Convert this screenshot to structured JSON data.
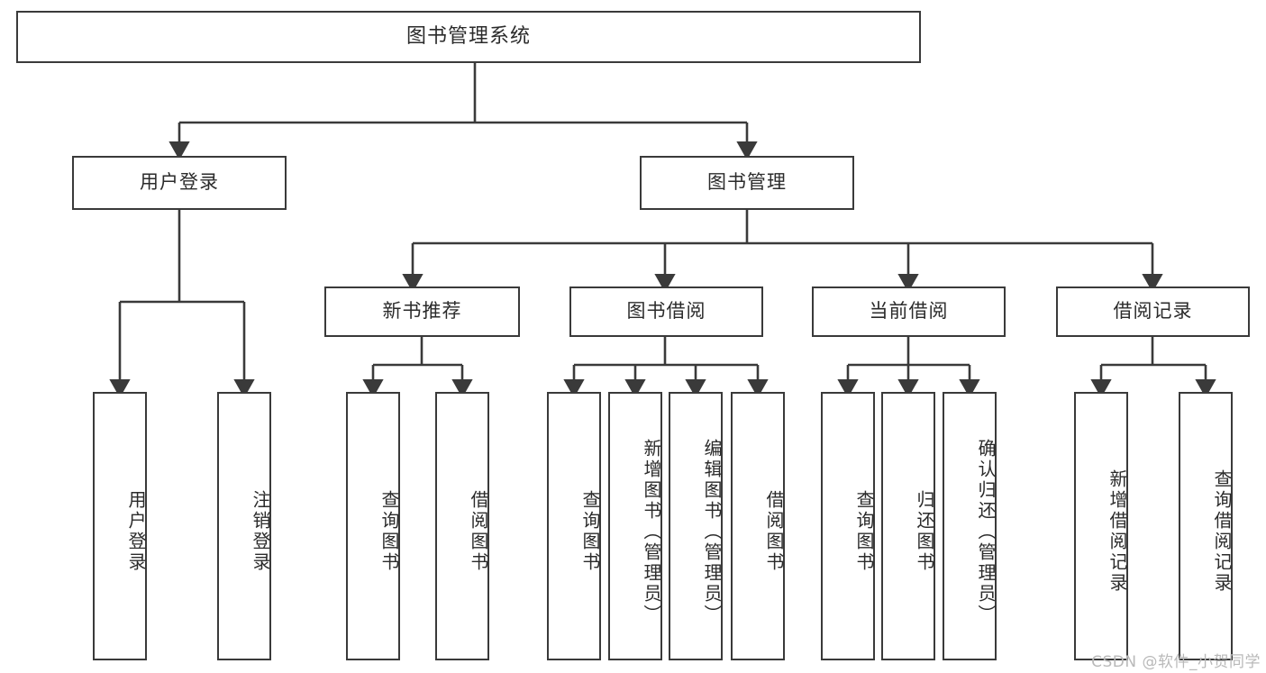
{
  "diagram": {
    "type": "tree",
    "title": "图书管理系统",
    "watermark": "CSDN @软件_小贺同学",
    "colors": {
      "background": "#ffffff",
      "border": "#3a3a3a",
      "line": "#3a3a3a",
      "text": "#2b2b2b",
      "watermark": "#b9b9b9"
    },
    "nodes": {
      "root": {
        "label": "图书管理系统"
      },
      "level2": [
        {
          "id": "user-login",
          "label": "用户登录"
        },
        {
          "id": "book-management",
          "label": "图书管理"
        }
      ],
      "level3": [
        {
          "id": "new-book-recommend",
          "label": "新书推荐"
        },
        {
          "id": "book-borrow",
          "label": "图书借阅"
        },
        {
          "id": "current-borrow",
          "label": "当前借阅"
        },
        {
          "id": "borrow-record",
          "label": "借阅记录"
        }
      ],
      "leaves": {
        "user-login": [
          {
            "id": "leaf-user-login",
            "label": "用户登录"
          },
          {
            "id": "leaf-logout-login",
            "label": "注销登录"
          }
        ],
        "new-book-recommend": [
          {
            "id": "leaf-query-book-1",
            "label": "查询图书"
          },
          {
            "id": "leaf-borrow-book-1",
            "label": "借阅图书"
          }
        ],
        "book-borrow": [
          {
            "id": "leaf-query-book-2",
            "label": "查询图书"
          },
          {
            "id": "leaf-add-book",
            "label": "新增图书（管理员）"
          },
          {
            "id": "leaf-edit-book",
            "label": "编辑图书（管理员）"
          },
          {
            "id": "leaf-borrow-book-2",
            "label": "借阅图书"
          }
        ],
        "current-borrow": [
          {
            "id": "leaf-query-book-3",
            "label": "查询图书"
          },
          {
            "id": "leaf-return-book",
            "label": "归还图书"
          },
          {
            "id": "leaf-confirm-return",
            "label": "确认归还（管理员）"
          }
        ],
        "borrow-record": [
          {
            "id": "leaf-add-record",
            "label": "新增借阅记录"
          },
          {
            "id": "leaf-query-record",
            "label": "查询借阅记录"
          }
        ]
      }
    }
  }
}
